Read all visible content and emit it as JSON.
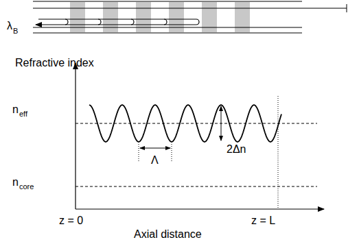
{
  "diagram": {
    "labels": [
      "λ",
      "B",
      "Refractive index",
      "n",
      "eff",
      "n",
      "core",
      "Λ",
      "2Δn",
      "z = 0",
      "z = L",
      "Axial distance"
    ]
  }
}
